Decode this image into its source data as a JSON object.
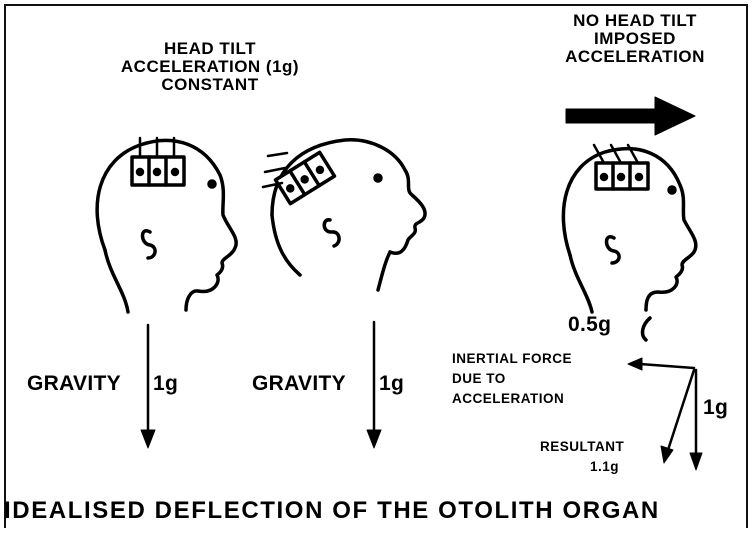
{
  "headings": {
    "head_tilt": [
      "HEAD TILT",
      "ACCELERATION (1g)",
      "CONSTANT"
    ],
    "no_head_tilt": [
      "NO HEAD TILT",
      "IMPOSED",
      "ACCELERATION"
    ]
  },
  "forces": {
    "gravity_label": "GRAVITY",
    "gravity_value": "1g",
    "head3_value": "0.5g",
    "inertial": [
      "INERTIAL FORCE",
      "DUE TO",
      "ACCELERATION"
    ],
    "vertical_value": "1g",
    "resultant_label": "RESULTANT",
    "resultant_value": "1.1g"
  },
  "footer": {
    "caption": "IDEALISED DEFLECTION OF THE OTOLITH ORGAN"
  },
  "colors": {
    "ink": "#000000",
    "background": "#ffffff"
  }
}
